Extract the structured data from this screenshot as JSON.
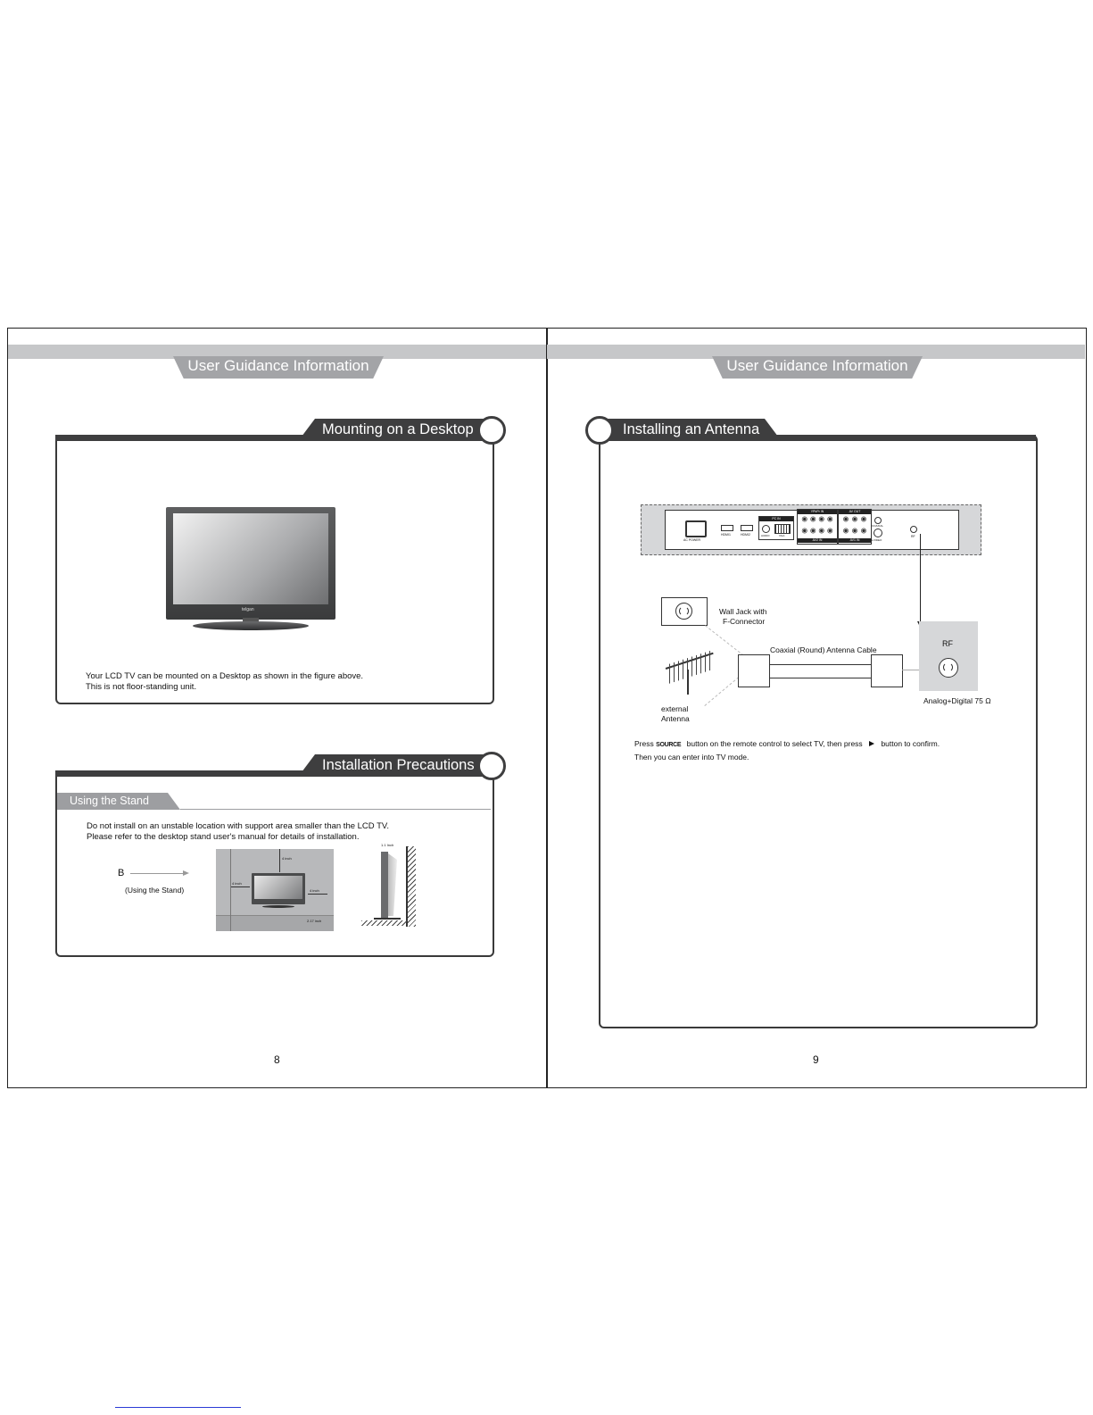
{
  "left_page": {
    "header": "User Guidance Information",
    "section1": {
      "title": "Mounting on a Desktop",
      "tv_brand": "telgan",
      "caption_line1": "Your LCD TV can be mounted on a Desktop as shown in the figure above.",
      "caption_line2": "This is not floor-standing unit."
    },
    "section2": {
      "title": "Installation Precautions",
      "subtitle": "Using the Stand",
      "text_line1": "Do not install on an unstable location with support area smaller than the LCD TV.",
      "text_line2": "Please refer to the desktop stand user's manual for details of installation.",
      "marker": "B",
      "marker_caption": "(Using the Stand)",
      "clear_top": "4 inch",
      "clear_left": "4 inch",
      "clear_right": "4 inch",
      "clear_bottom": "2.17 inch",
      "side_clear": "1.1 Inch"
    },
    "page_number": "8"
  },
  "right_page": {
    "header": "User Guidance Information",
    "section": {
      "title": "Installing an Antenna",
      "panel_labels": {
        "ac_power": "AC POWER",
        "hdmi1": "HDMI1",
        "hdmi2": "HDMI2",
        "pc_in": "PC IN",
        "audio": "AUDIO",
        "vga": "VGA",
        "ypbpr_in": "YPbPr IN",
        "av_out": "AV OUT",
        "av_in": "AV2 IN",
        "av1_in": "AV1 IN",
        "coaxial": "COAXIAL",
        "svideo": "S-VIDEO",
        "rf": "RF"
      },
      "wall_jack_line1": "Wall Jack with",
      "wall_jack_line2": "F-Connector",
      "cable_label": "Coaxial (Round) Antenna Cable",
      "antenna_line1": "external",
      "antenna_line2": "Antenna",
      "rf_label": "RF",
      "rf_spec": "Analog+Digital 75 Ω",
      "instr_press": "Press",
      "instr_source": "SOURCE",
      "instr_rest1": "button on the remote control to select TV, then press",
      "instr_rest2": "button to confirm.",
      "instr_line2": "Then you can enter into TV mode."
    },
    "page_number": "9"
  }
}
